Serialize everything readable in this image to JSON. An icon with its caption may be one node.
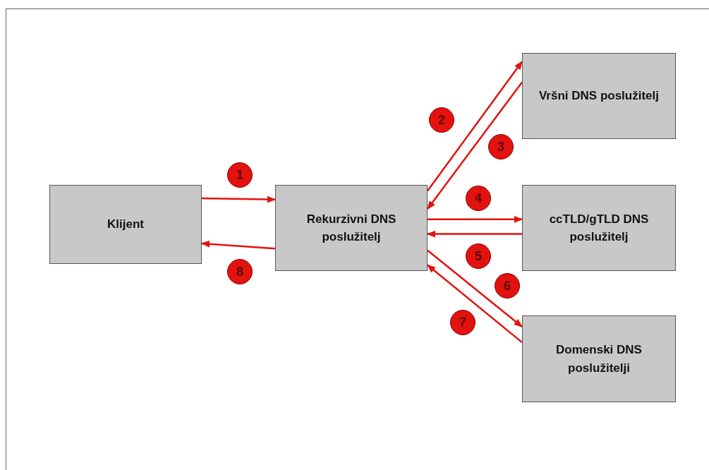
{
  "diagram": {
    "nodes": [
      {
        "text": [
          "Klijent"
        ]
      },
      {
        "text": [
          "Rekurzivni DNS poslužitelj"
        ]
      },
      {
        "text": [
          "Vršni DNS poslužitelj"
        ]
      },
      {
        "text": [
          "ccTLD/gTLD DNS poslužitelj"
        ]
      },
      {
        "text": [
          "Domenski DNS poslužitelji"
        ]
      }
    ],
    "edges": [
      {
        "from": 0,
        "to": 1,
        "arrow": "to",
        "label": "1"
      },
      {
        "from": 1,
        "to": 2,
        "arrow": "to",
        "label": "2"
      },
      {
        "from": 2,
        "to": 1,
        "arrow": "to",
        "label": "3"
      },
      {
        "from": 1,
        "to": 3,
        "arrow": "to",
        "label": "4"
      },
      {
        "from": 3,
        "to": 1,
        "arrow": "to",
        "label": "5"
      },
      {
        "from": 1,
        "to": 4,
        "arrow": "to",
        "label": "6"
      },
      {
        "from": 4,
        "to": 1,
        "arrow": "to",
        "label": "7"
      },
      {
        "from": 1,
        "to": 0,
        "arrow": "to",
        "label": "8"
      }
    ]
  }
}
